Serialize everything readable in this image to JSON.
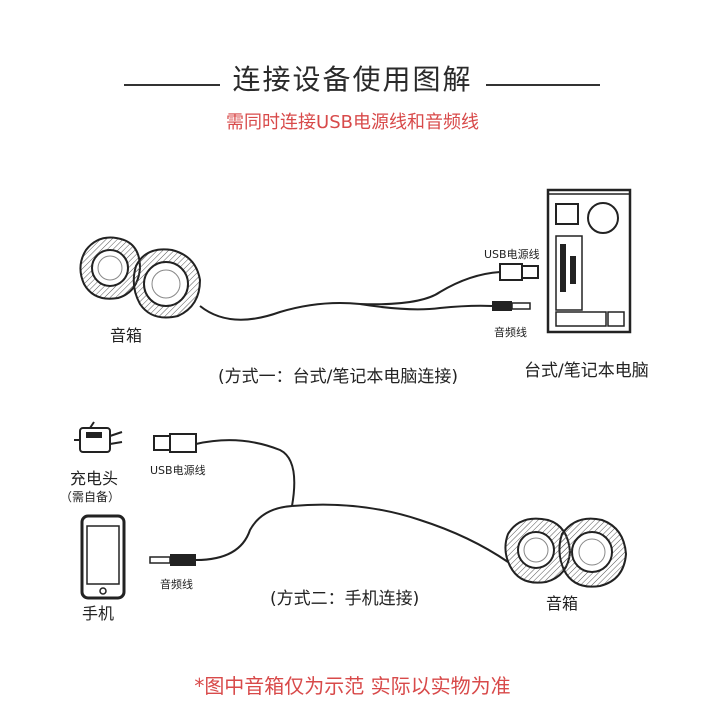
{
  "header": {
    "title": "连接设备使用图解",
    "subtitle": "需同时连接USB电源线和音频线"
  },
  "method1": {
    "speaker_label": "音箱",
    "usb_label": "USB电源线",
    "audio_label": "音频线",
    "caption": "(方式一：台式/笔记本电脑连接)",
    "computer_label": "台式/笔记本电脑"
  },
  "method2": {
    "charger_label": "充电头",
    "charger_note": "（需自备）",
    "phone_label": "手机",
    "usb_label": "USB电源线",
    "audio_label": "音频线",
    "caption": "(方式二：手机连接)",
    "speaker_label": "音箱"
  },
  "footer": {
    "note": "*图中音箱仅为示范 实际以实物为准"
  },
  "colors": {
    "accent": "#d84a4a",
    "line": "#222222"
  }
}
